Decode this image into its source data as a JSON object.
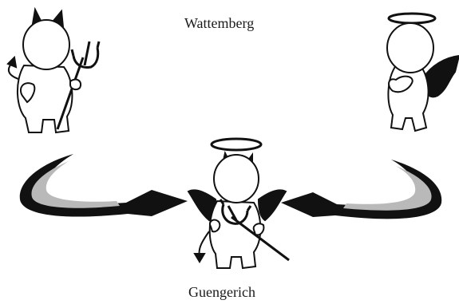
{
  "labels": {
    "top": "Wattemberg",
    "bottom": "Guengerich"
  },
  "figures": [
    {
      "name": "devil-figure",
      "holds": "pitchfork"
    },
    {
      "name": "angel-figure",
      "has": "halo"
    },
    {
      "name": "devil-angel-figure",
      "has": [
        "halo",
        "horns",
        "wings",
        "pitchfork"
      ]
    }
  ],
  "arrows": [
    {
      "name": "left-swoosh-arrow",
      "direction": "points-right"
    },
    {
      "name": "right-swoosh-arrow",
      "direction": "points-left"
    }
  ],
  "colors": {
    "ink": "#111111",
    "body": "#ffffff",
    "swoosh-gray": "#b9b9b9"
  }
}
